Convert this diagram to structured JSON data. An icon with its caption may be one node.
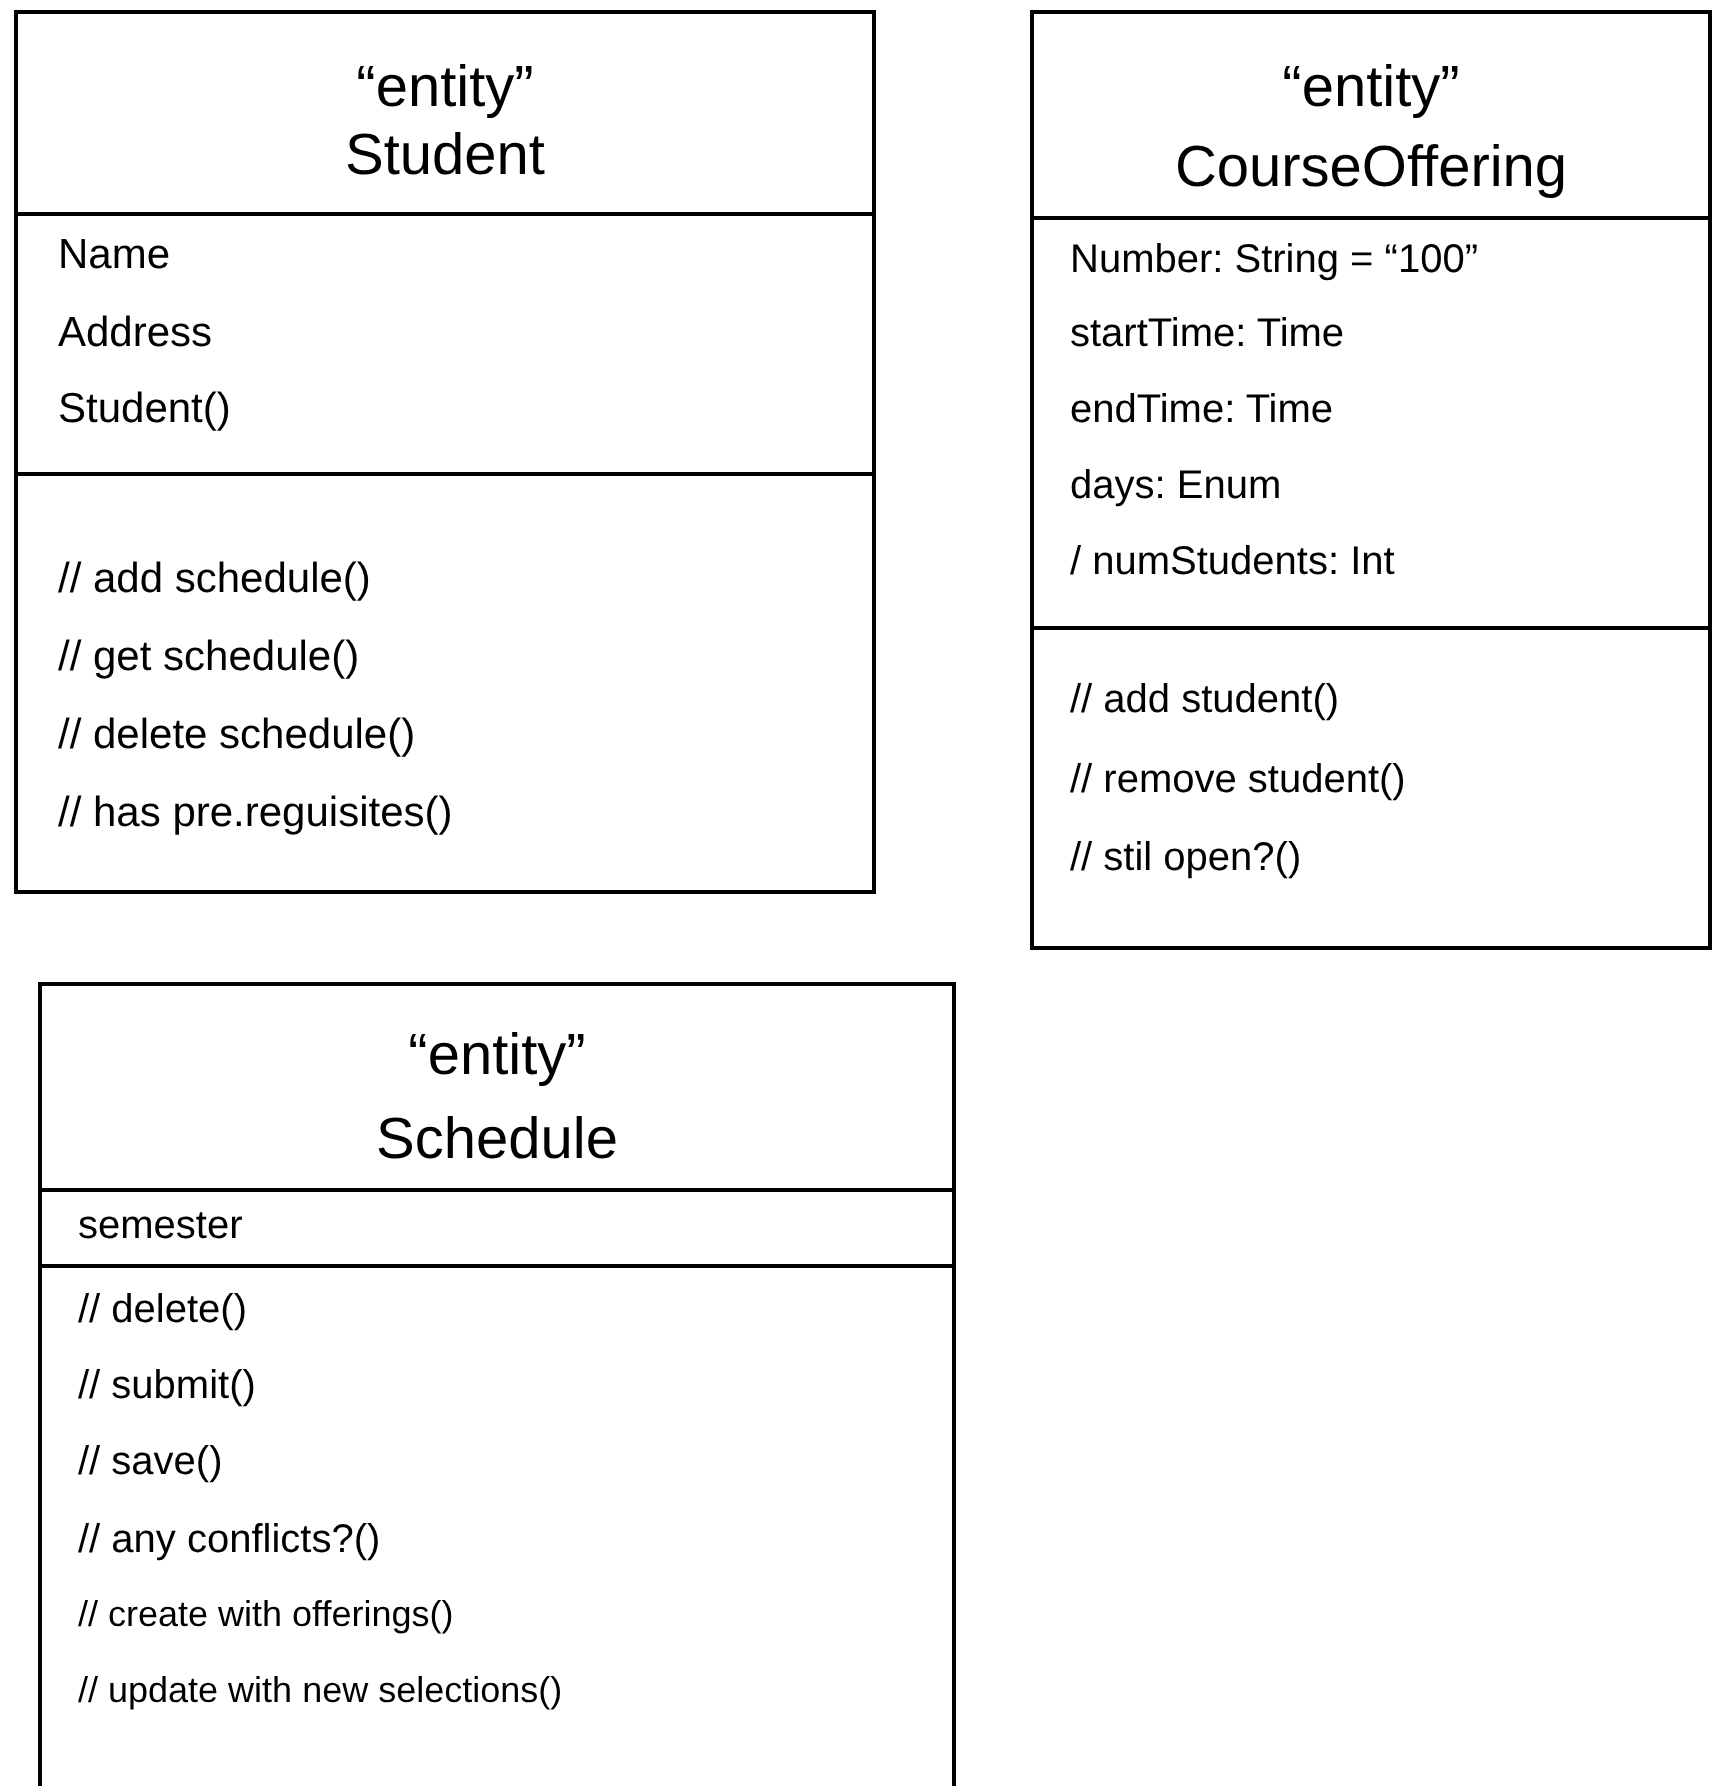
{
  "diagram": {
    "nodes": [
      {
        "text": [
          "“entity”",
          "Student",
          "Name",
          "Address",
          "Student()",
          "// add schedule()",
          "// get schedule()",
          "// delete schedule()",
          "// has pre.reguisites()"
        ]
      },
      {
        "text": [
          "“entity”",
          "CourseOffering",
          "Number: String = “100”",
          "startTime: Time",
          "endTime: Time",
          "days: Enum",
          "/ numStudents: Int",
          "// add student()",
          "// remove student()",
          "// stil open?()"
        ]
      },
      {
        "text": [
          "“entity”",
          "Schedule",
          "semester",
          "// delete()",
          "// submit()",
          "// save()",
          "// any conflicts?()",
          "// create with offerings()",
          "// update with new selections()"
        ]
      }
    ]
  }
}
